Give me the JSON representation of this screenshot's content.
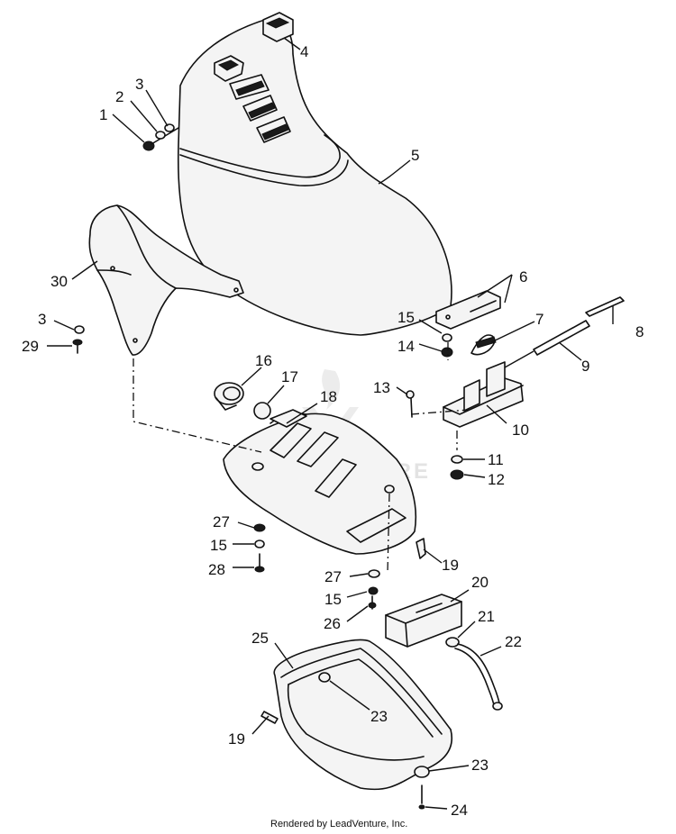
{
  "diagram": {
    "callouts": [
      "1",
      "2",
      "3",
      "4",
      "5",
      "6",
      "7",
      "8",
      "9",
      "10",
      "11",
      "12",
      "13",
      "14",
      "15",
      "16",
      "17",
      "18",
      "19",
      "20",
      "21",
      "22",
      "23",
      "24",
      "25",
      "26",
      "27",
      "28",
      "29",
      "30"
    ],
    "watermark": "LEADVENTURE",
    "credit": "Rendered by LeadVenture, Inc."
  }
}
